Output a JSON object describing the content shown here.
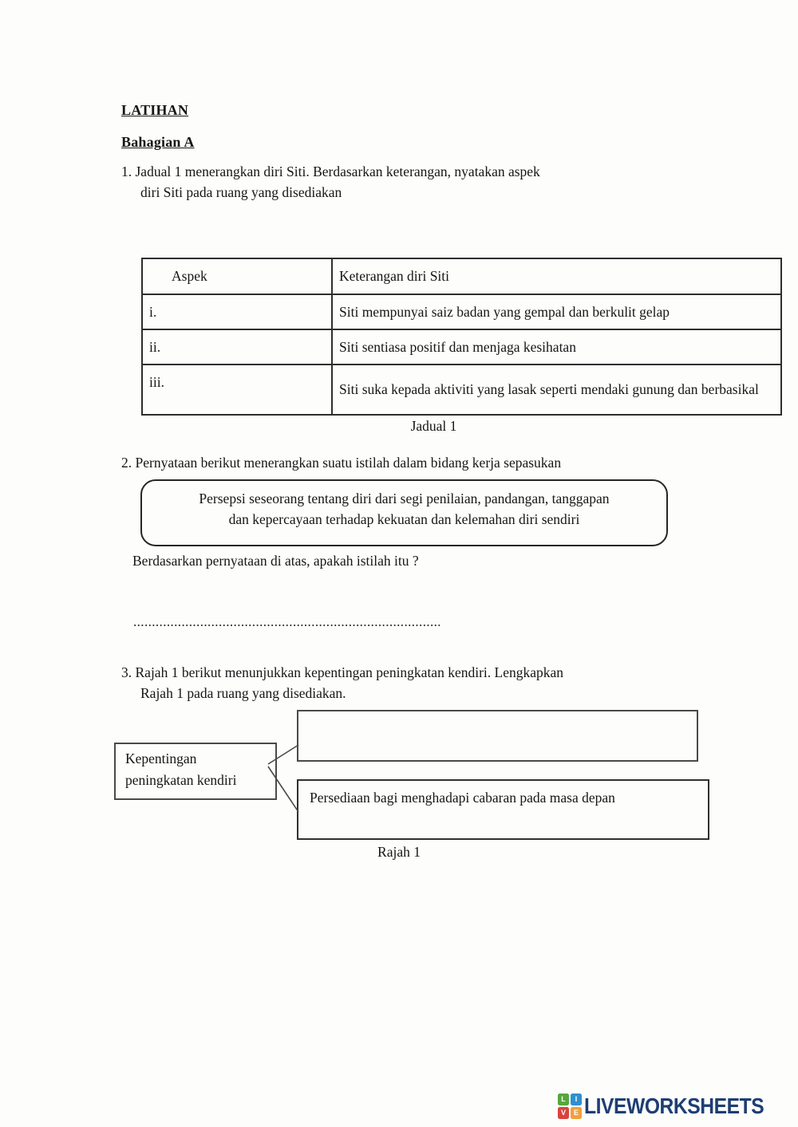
{
  "document": {
    "title": "LATIHAN",
    "section": "Bahagian A"
  },
  "question1": {
    "line1": "1. Jadual 1 menerangkan diri Siti. Berdasarkan keterangan, nyatakan aspek",
    "line2": "diri Siti pada ruang yang disediakan",
    "table": {
      "col1_header": "Aspek",
      "col2_header": "Keterangan diri Siti",
      "rows": [
        {
          "label": "i.",
          "description": "Siti mempunyai saiz badan yang gempal dan berkulit gelap"
        },
        {
          "label": "ii.",
          "description": "Siti sentiasa positif dan menjaga kesihatan"
        },
        {
          "label": "iii.",
          "description": "Siti suka kepada aktiviti yang lasak seperti mendaki gunung dan berbasikal"
        }
      ],
      "caption": "Jadual 1"
    }
  },
  "question2": {
    "line1": "2. Pernyataan berikut menerangkan suatu istilah dalam bidang kerja sepasukan",
    "statement_line1": "Persepsi seseorang tentang diri dari segi penilaian, pandangan, tanggapan",
    "statement_line2": "dan kepercayaan terhadap kekuatan dan kelemahan diri sendiri",
    "prompt": "Berdasarkan pernyataan di atas, apakah istilah itu ?",
    "answer_line": ".........................................................................................."
  },
  "question3": {
    "line1": "3. Rajah 1 berikut menunjukkan kepentingan peningkatan kendiri. Lengkapkan",
    "line2": "Rajah 1 pada ruang yang disediakan.",
    "diagram": {
      "source_line1": "Kepentingan",
      "source_line2": "peningkatan kendiri",
      "branch1_answer": "",
      "branch2": "Persediaan bagi menghadapi cabaran pada masa depan",
      "caption": "Rajah 1"
    }
  },
  "footer": {
    "logo_text": "LIVEWORKSHEETS",
    "logo_text_color": "#1d3e73",
    "logo_squares": [
      {
        "letter": "L",
        "color": "#56a73c"
      },
      {
        "letter": "I",
        "color": "#2f8fd0"
      },
      {
        "letter": "V",
        "color": "#d9443f"
      },
      {
        "letter": "E",
        "color": "#f2a03d"
      }
    ]
  }
}
